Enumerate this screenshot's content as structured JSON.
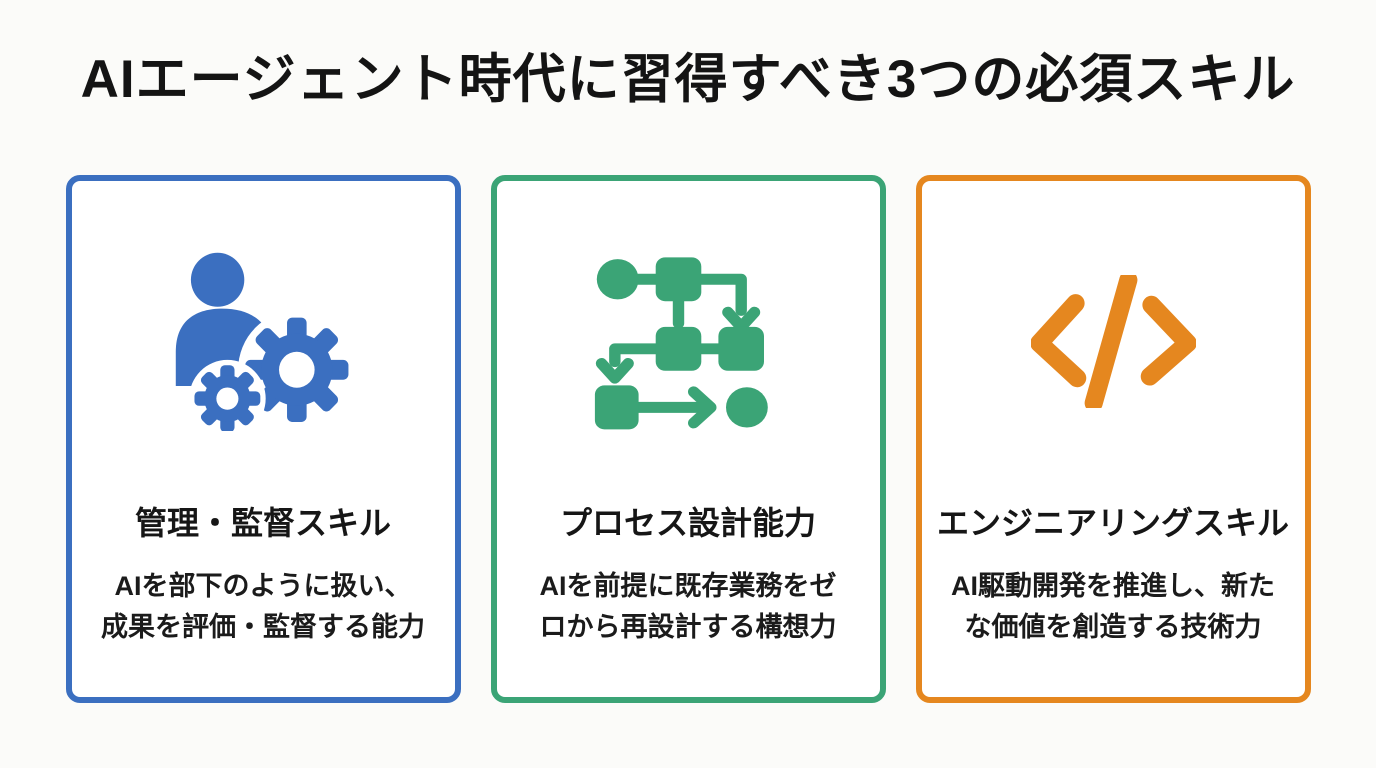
{
  "title": "AIエージェント時代に習得すべき3つの必須スキル",
  "colors": {
    "background": "#FBFBF9",
    "card_background": "#FFFFFF",
    "title_text": "#141414",
    "blue_accent": "#3B6FC0",
    "green_accent": "#3BA476",
    "orange_accent": "#E5871F"
  },
  "cards": [
    {
      "icon": "person-gears-icon",
      "accent": "#3B6FC0",
      "title": "管理・監督スキル",
      "description": "AIを部下のように扱い、\n成果を評価・監督する能力"
    },
    {
      "icon": "flowchart-icon",
      "accent": "#3BA476",
      "title": "プロセス設計能力",
      "description": "AIを前提に既存業務をゼ\nロから再設計する構想力"
    },
    {
      "icon": "code-brackets-icon",
      "accent": "#E5871F",
      "title": "エンジニアリングスキル",
      "description": "AI駆動開発を推進し、新た\nな価値を創造する技術力"
    }
  ]
}
